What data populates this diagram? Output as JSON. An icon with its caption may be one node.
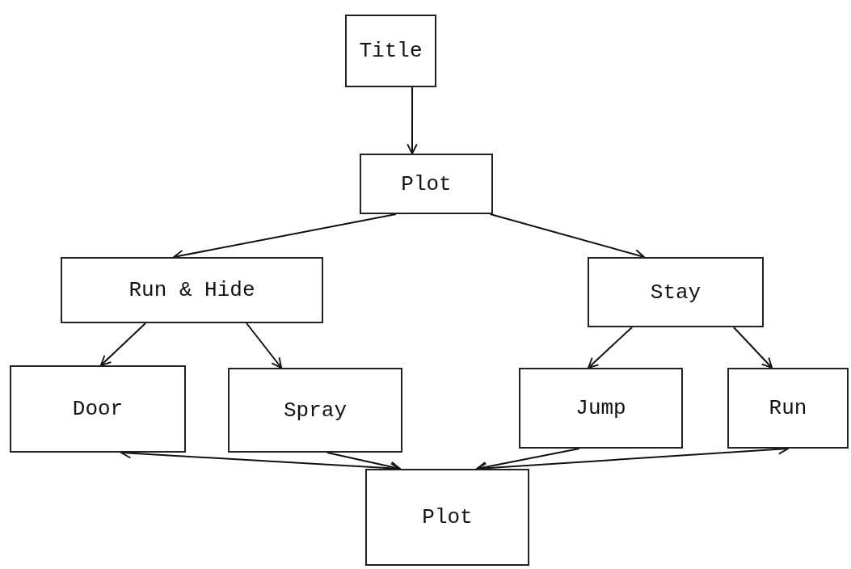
{
  "diagram": {
    "nodes": [
      {
        "text": [
          "Title"
        ]
      },
      {
        "text": [
          "Plot"
        ]
      },
      {
        "text": [
          "Run & Hide"
        ]
      },
      {
        "text": [
          "Stay"
        ]
      },
      {
        "text": [
          "Door"
        ]
      },
      {
        "text": [
          "Spray"
        ]
      },
      {
        "text": [
          "Jump"
        ]
      },
      {
        "text": [
          "Run"
        ]
      },
      {
        "text": [
          "Plot"
        ]
      }
    ],
    "edges": [
      {
        "from": 0,
        "to": 1,
        "arrow": "to"
      },
      {
        "from": 1,
        "to": 2,
        "arrow": "to"
      },
      {
        "from": 1,
        "to": 3,
        "arrow": "to"
      },
      {
        "from": 2,
        "to": 4,
        "arrow": "to"
      },
      {
        "from": 2,
        "to": 5,
        "arrow": "to"
      },
      {
        "from": 3,
        "to": 6,
        "arrow": "to"
      },
      {
        "from": 3,
        "to": 7,
        "arrow": "to"
      },
      {
        "from": 4,
        "to": 8,
        "arrow": "both"
      },
      {
        "from": 5,
        "to": 8,
        "arrow": "to"
      },
      {
        "from": 6,
        "to": 8,
        "arrow": "to"
      },
      {
        "from": 7,
        "to": 8,
        "arrow": "both"
      }
    ]
  }
}
